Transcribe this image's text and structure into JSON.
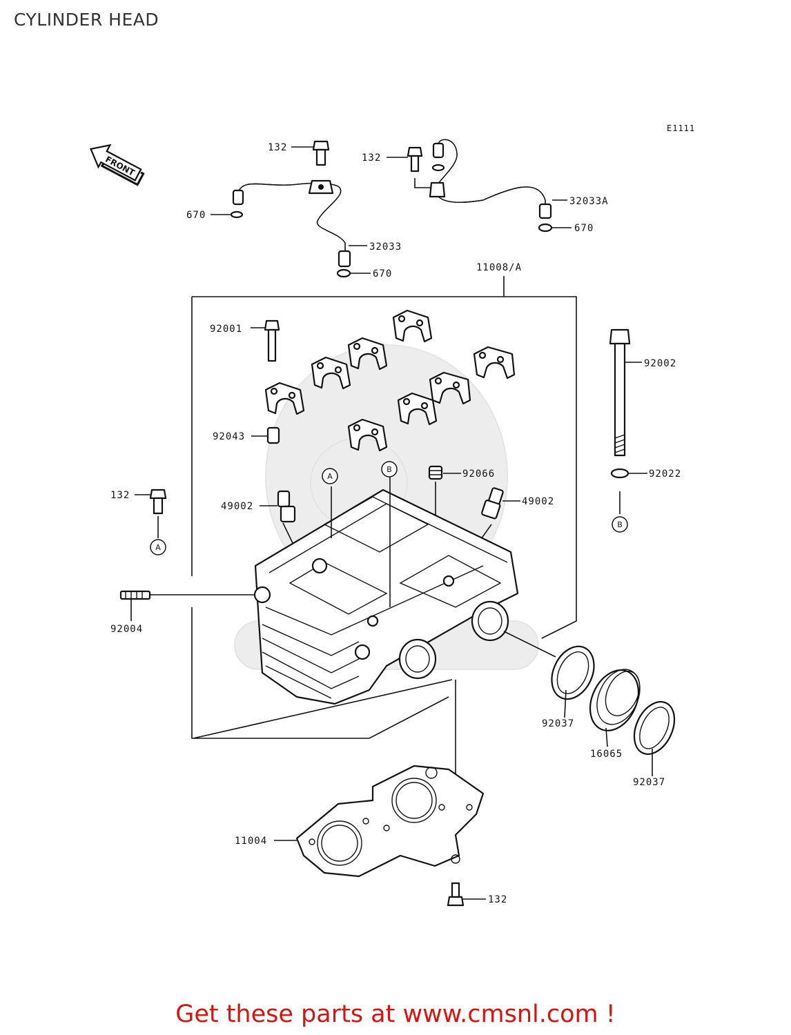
{
  "page": {
    "title": "CYLINDER HEAD",
    "diagram_code": "E1111",
    "front_marker": "FRONT",
    "promo": "Get these parts at www.cmsnl.com !"
  },
  "parts": [
    {
      "id": "p-132-a",
      "number": "132"
    },
    {
      "id": "p-132-b",
      "number": "132"
    },
    {
      "id": "p-670-a",
      "number": "670"
    },
    {
      "id": "p-32033a",
      "number": "32033A"
    },
    {
      "id": "p-670-b",
      "number": "670"
    },
    {
      "id": "p-32033",
      "number": "32033"
    },
    {
      "id": "p-670-c",
      "number": "670"
    },
    {
      "id": "p-11008a",
      "number": "11008/A"
    },
    {
      "id": "p-92001",
      "number": "92001"
    },
    {
      "id": "p-92002",
      "number": "92002"
    },
    {
      "id": "p-92043",
      "number": "92043"
    },
    {
      "id": "p-92066",
      "number": "92066"
    },
    {
      "id": "p-92022",
      "number": "92022"
    },
    {
      "id": "p-132-c",
      "number": "132"
    },
    {
      "id": "p-49002-a",
      "number": "49002"
    },
    {
      "id": "p-49002-b",
      "number": "49002"
    },
    {
      "id": "p-92004",
      "number": "92004"
    },
    {
      "id": "p-92037-a",
      "number": "92037"
    },
    {
      "id": "p-16065",
      "number": "16065"
    },
    {
      "id": "p-92037-b",
      "number": "92037"
    },
    {
      "id": "p-11004",
      "number": "11004"
    },
    {
      "id": "p-132-d",
      "number": "132"
    }
  ],
  "markers": {
    "a": "A",
    "b": "B"
  },
  "colors": {
    "promo": "#d9140f",
    "line": "#111111",
    "watermark": "#ececec"
  }
}
